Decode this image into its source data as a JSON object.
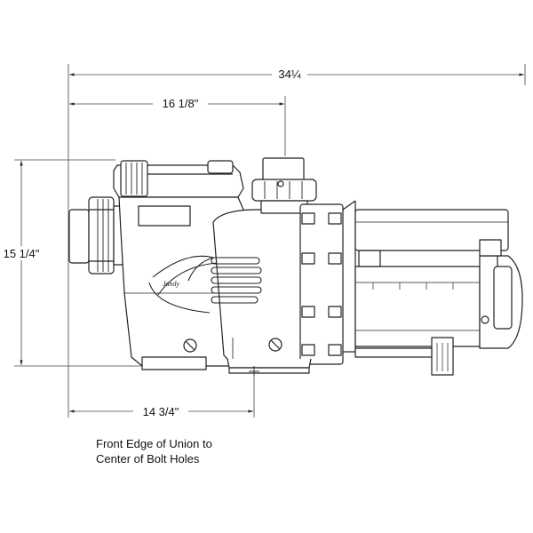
{
  "dimensions": {
    "overall_length": "34¼",
    "union_to_discharge": "16 1/8\"",
    "height": "15 1/4\"",
    "union_to_bolt_holes": "14 3/4\""
  },
  "note": {
    "line1": "Front Edge of Union to",
    "line2": "Center of Bolt Holes"
  },
  "logo_text": "Jandy",
  "colors": {
    "line": "#222222",
    "paper": "#ffffff"
  }
}
